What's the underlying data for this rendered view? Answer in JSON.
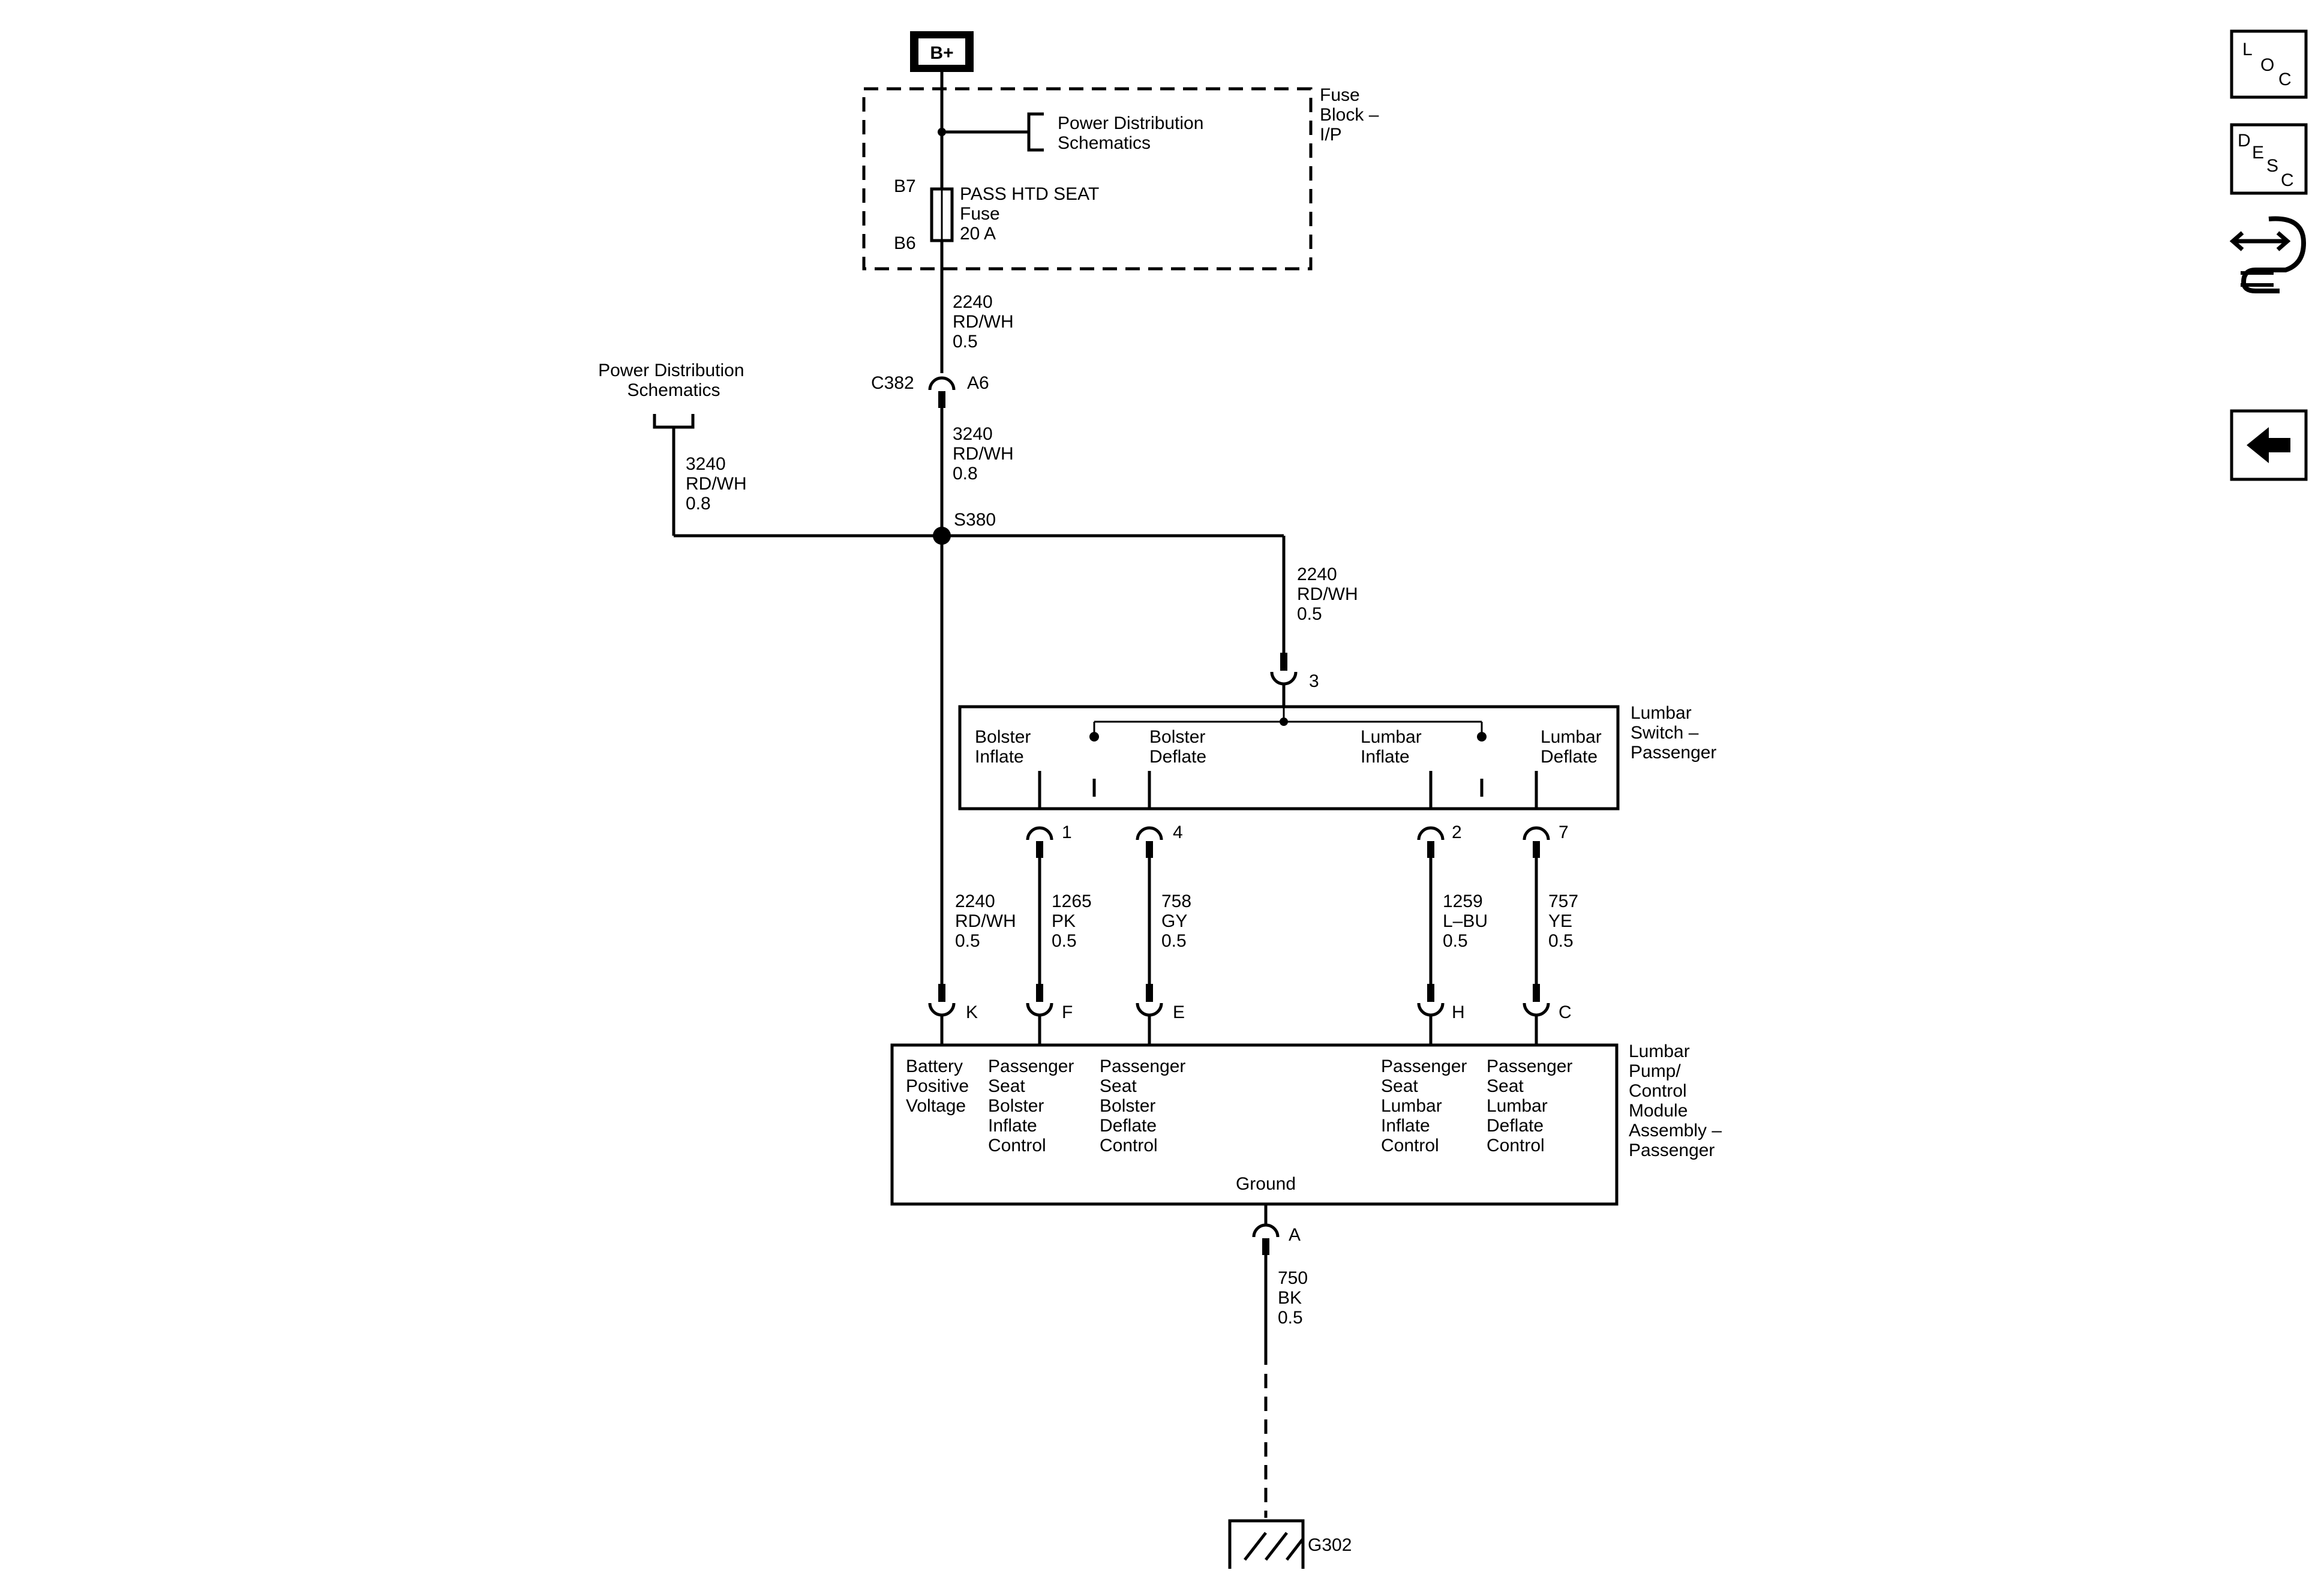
{
  "power": {
    "label": "B+"
  },
  "fuse_block": {
    "name_lines": [
      "Fuse",
      "Block –",
      "I/P"
    ],
    "power_dist_lines": [
      "Power Distribution",
      "Schematics"
    ],
    "pin_top": "B7",
    "pin_bottom": "B6",
    "fuse_lines": [
      "PASS HTD SEAT",
      "Fuse",
      "20 A"
    ]
  },
  "wires": {
    "fuse_out": [
      "2240",
      "RD/WH",
      "0.5"
    ],
    "c382_out": [
      "3240",
      "RD/WH",
      "0.8"
    ],
    "pd_feed": [
      "3240",
      "RD/WH",
      "0.8"
    ],
    "switch_feed": [
      "2240",
      "RD/WH",
      "0.5"
    ],
    "module_feed": [
      "2240",
      "RD/WH",
      "0.5"
    ],
    "pk": [
      "1265",
      "PK",
      "0.5"
    ],
    "gy": [
      "758",
      "GY",
      "0.5"
    ],
    "lbu": [
      "1259",
      "L–BU",
      "0.5"
    ],
    "ye": [
      "757",
      "YE",
      "0.5"
    ],
    "ground": [
      "750",
      "BK",
      "0.5"
    ]
  },
  "connectors": {
    "c382": "C382",
    "c382_pin": "A6",
    "splice": "S380",
    "ground": "G302"
  },
  "power_dist_left": [
    "Power Distribution",
    "Schematics"
  ],
  "lumbar_switch": {
    "name_lines": [
      "Lumbar",
      "Switch –",
      "Passenger"
    ],
    "feed_pin": "3",
    "labels": {
      "bolster_inflate": [
        "Bolster",
        "Inflate"
      ],
      "bolster_deflate": [
        "Bolster",
        "Deflate"
      ],
      "lumbar_inflate": [
        "Lumbar",
        "Inflate"
      ],
      "lumbar_deflate": [
        "Lumbar",
        "Deflate"
      ]
    },
    "pins": {
      "bolster_inflate": "1",
      "bolster_deflate": "4",
      "lumbar_inflate": "2",
      "lumbar_deflate": "7"
    }
  },
  "module": {
    "name_lines": [
      "Lumbar",
      "Pump/",
      "Control",
      "Module",
      "Assembly –",
      "Passenger"
    ],
    "pins": {
      "battery": "K",
      "bolster_inflate": "F",
      "bolster_deflate": "E",
      "lumbar_inflate": "H",
      "lumbar_deflate": "C",
      "ground": "A"
    },
    "labels": {
      "battery": [
        "Battery",
        "Positive",
        "Voltage"
      ],
      "bolster_inflate": [
        "Passenger",
        "Seat",
        "Bolster",
        "Inflate",
        "Control"
      ],
      "bolster_deflate": [
        "Passenger",
        "Seat",
        "Bolster",
        "Deflate",
        "Control"
      ],
      "lumbar_inflate": [
        "Passenger",
        "Seat",
        "Lumbar",
        "Inflate",
        "Control"
      ],
      "lumbar_deflate": [
        "Passenger",
        "Seat",
        "Lumbar",
        "Deflate",
        "Control"
      ],
      "ground": "Ground"
    }
  },
  "nav": {
    "loc": [
      "L",
      "O",
      "C"
    ],
    "desc": [
      "D",
      "E",
      "S",
      "C"
    ],
    "connector_icon": "connector-end-view-icon",
    "back_icon": "back-arrow-icon"
  }
}
